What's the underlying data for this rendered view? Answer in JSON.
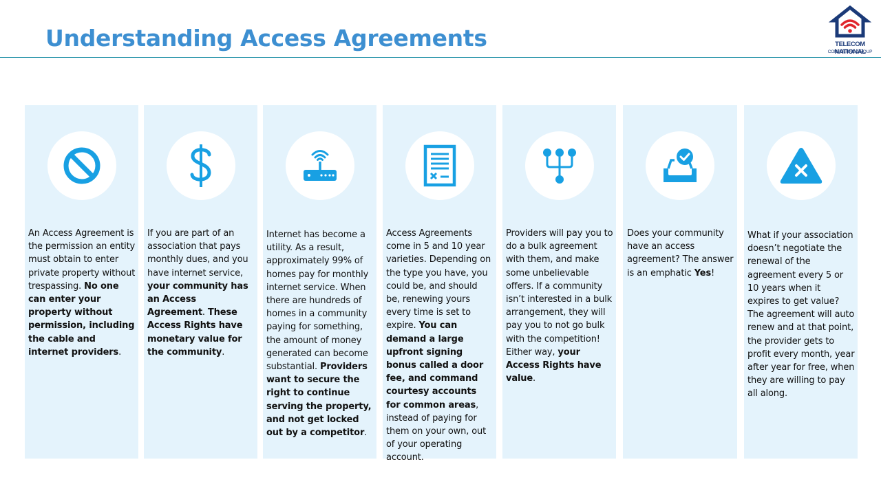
{
  "title": "Understanding Access Agreements",
  "logo": {
    "line1": "TELECOM NATIONAL",
    "line2": "CONSULTING GROUP"
  },
  "colors": {
    "title": "#3d8fd1",
    "icon": "#18a0e3",
    "card_bg": "#e4f3fc",
    "logo_blue": "#1b3a78",
    "logo_red": "#e0262d"
  },
  "cards": [
    {
      "icon": "prohibited-icon",
      "t1": "An Access Agreement is the permission an entity must obtain to enter private property without trespassing. ",
      "b1": "No one can enter your property without permission, including the cable and internet providers",
      "t2": "."
    },
    {
      "icon": "dollar-sign-icon",
      "t1": "If you are part of an association that pays monthly dues, and you have internet service, ",
      "b1": "your community has an Access Agreement",
      "t2": ". ",
      "b2": "These Access Rights have monetary value for the community",
      "t3": "."
    },
    {
      "icon": "router-icon",
      "t1": "Internet has become a utility. As a result, approximately 99% of homes pay for monthly internet service. When there are hundreds of homes in a community paying for something, the amount of money generated can become substantial. ",
      "b1": "Providers want to secure the right to continue serving the property, and not get locked out by a competitor",
      "t2": "."
    },
    {
      "icon": "document-icon",
      "t1": "Access Agreements come in 5 and 10 year varieties. Depending on the type you have, you could be, and should be, renewing yours every time is set to expire. ",
      "b1": "You can demand a large upfront signing bonus called a door fee, and command courtesy accounts for common areas",
      "t2": ", instead of paying for them on your own, out of your operating account."
    },
    {
      "icon": "network-icon",
      "t1": "Providers will pay you to do a bulk agreement with them, and make some unbelievable offers. If a community isn’t interested in a bulk arrangement, they will pay you to not go bulk with the competition! Either way, ",
      "b1": "your Access Rights have value",
      "t2": "."
    },
    {
      "icon": "inbox-check-icon",
      "t1": "Does your community have an access agreement? The answer is an emphatic ",
      "b1": "Yes",
      "t2": "!"
    },
    {
      "icon": "warning-x-icon",
      "t1": "What if your association doesn’t negotiate the renewal of the agreement every 5 or 10 years when it expires to get value? The agreement will auto renew and at that point, the provider gets to profit every month, year after year for free, when they are willing to pay all along."
    }
  ]
}
